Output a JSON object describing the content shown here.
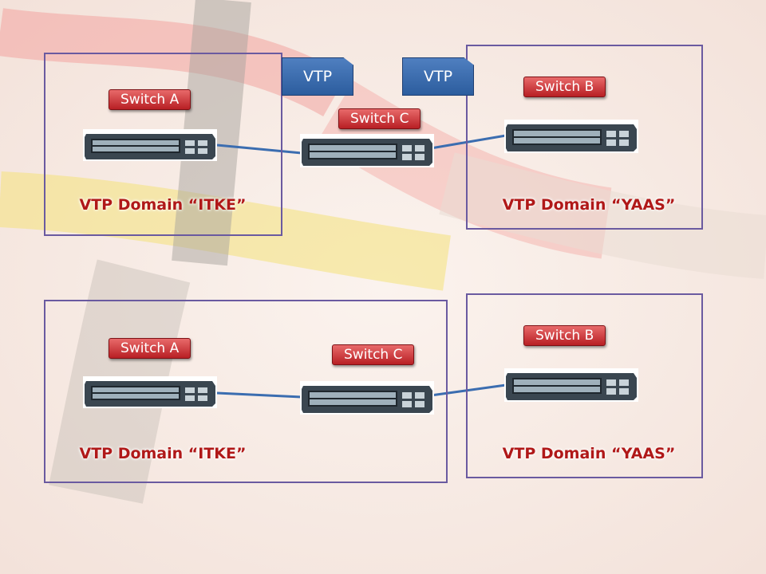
{
  "diagrams": [
    {
      "vtp_tags": [
        "VTP",
        "VTP"
      ],
      "switch_a": "Switch A",
      "switch_b": "Switch B",
      "switch_c": "Switch C",
      "domain_left": "VTP Domain “ITKE”",
      "domain_right": "VTP Domain “YAAS”"
    },
    {
      "switch_a": "Switch A",
      "switch_b": "Switch B",
      "switch_c": "Switch C",
      "domain_left": "VTP Domain “ITKE”",
      "domain_right": "VTP Domain “YAAS”"
    }
  ],
  "colors": {
    "box_border": "#6a5aa0",
    "vtp_tag": "#3a6aae",
    "switch_label": "#c42a2e",
    "domain_text": "#b01818",
    "link": "#3b6db0"
  },
  "icons": [
    "network-switch-icon"
  ]
}
